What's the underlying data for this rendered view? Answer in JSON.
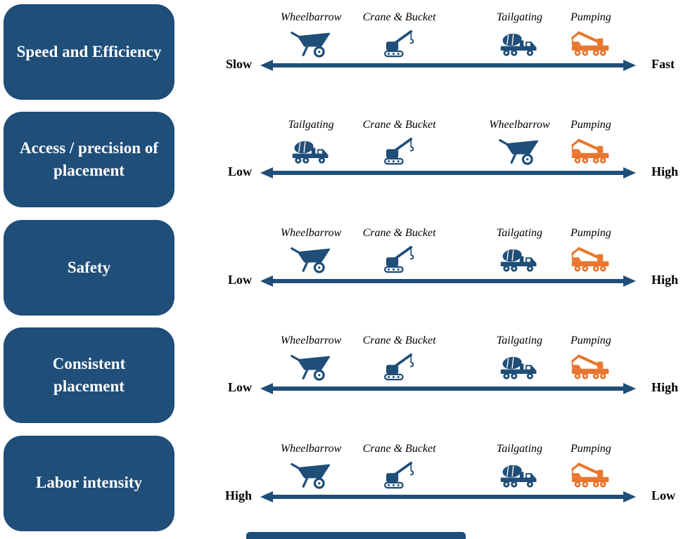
{
  "colors": {
    "navy": "#1f4e79",
    "orange": "#e8762e"
  },
  "rows": [
    {
      "criterion": "Speed and Efficiency",
      "left_label": "Slow",
      "right_label": "Fast",
      "slots": [
        {
          "name": "Wheelbarrow",
          "icon": "wheelbarrow",
          "color": "navy"
        },
        {
          "name": "Crane & Bucket",
          "icon": "crane",
          "color": "navy"
        },
        {
          "name": "Tailgating",
          "icon": "mixer-truck",
          "color": "navy"
        },
        {
          "name": "Pumping",
          "icon": "pump-truck",
          "color": "orange"
        }
      ]
    },
    {
      "criterion": "Access / precision of placement",
      "left_label": "Low",
      "right_label": "High",
      "slots": [
        {
          "name": "Tailgating",
          "icon": "mixer-truck",
          "color": "navy"
        },
        {
          "name": "Crane & Bucket",
          "icon": "crane",
          "color": "navy"
        },
        {
          "name": "Wheelbarrow",
          "icon": "wheelbarrow",
          "color": "navy"
        },
        {
          "name": "Pumping",
          "icon": "pump-truck",
          "color": "orange"
        }
      ]
    },
    {
      "criterion": "Safety",
      "left_label": "Low",
      "right_label": "High",
      "slots": [
        {
          "name": "Wheelbarrow",
          "icon": "wheelbarrow",
          "color": "navy"
        },
        {
          "name": "Crane & Bucket",
          "icon": "crane",
          "color": "navy"
        },
        {
          "name": "Tailgating",
          "icon": "mixer-truck",
          "color": "navy"
        },
        {
          "name": "Pumping",
          "icon": "pump-truck",
          "color": "orange"
        }
      ]
    },
    {
      "criterion": "Consistent placement",
      "left_label": "Low",
      "right_label": "High",
      "slots": [
        {
          "name": "Wheelbarrow",
          "icon": "wheelbarrow",
          "color": "navy"
        },
        {
          "name": "Crane & Bucket",
          "icon": "crane",
          "color": "navy"
        },
        {
          "name": "Tailgating",
          "icon": "mixer-truck",
          "color": "navy"
        },
        {
          "name": "Pumping",
          "icon": "pump-truck",
          "color": "orange"
        }
      ]
    },
    {
      "criterion": "Labor intensity",
      "left_label": "High",
      "right_label": "Low",
      "slots": [
        {
          "name": "Wheelbarrow",
          "icon": "wheelbarrow",
          "color": "navy"
        },
        {
          "name": "Crane & Bucket",
          "icon": "crane",
          "color": "navy"
        },
        {
          "name": "Tailgating",
          "icon": "mixer-truck",
          "color": "navy"
        },
        {
          "name": "Pumping",
          "icon": "pump-truck",
          "color": "orange"
        }
      ]
    }
  ]
}
